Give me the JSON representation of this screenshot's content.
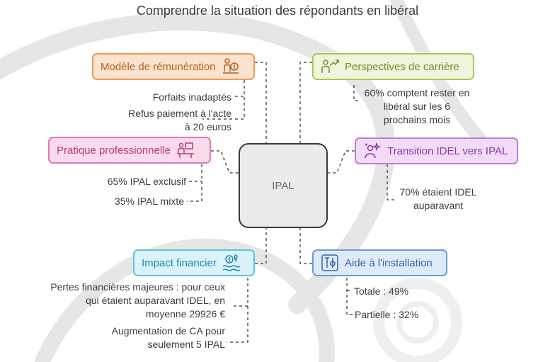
{
  "title": "Comprendre la situation des répondants en libéral",
  "hub": "IPAL",
  "colors": {
    "orange": "#f29a52",
    "green": "#a6cc5a",
    "pink": "#e27aae",
    "purple": "#c17ad8",
    "cyan": "#5ec3de",
    "blue": "#6b9ad8",
    "dashed_line": "#555555"
  },
  "branches": {
    "remuneration": {
      "label": "Modèle de rémunération",
      "icon": "person-coin-icon",
      "notes": [
        "Forfaits inadaptés",
        "Refus paiement à l'acte à 20 euros"
      ]
    },
    "carriere": {
      "label": "Perspectives de carrière",
      "icon": "person-growth-arrow-icon",
      "notes": [
        "60% comptent rester en libéral sur les 6 prochains mois"
      ]
    },
    "pratique": {
      "label": "Pratique professionnelle",
      "icon": "person-desk-icon",
      "notes": [
        "65% IPAL exclusif",
        "35% IPAL mixte"
      ]
    },
    "transition": {
      "label": "Transition IDEL vers IPAL",
      "icon": "person-sparkle-icon",
      "notes": [
        "70% étaient IDEL auparavant"
      ]
    },
    "financier": {
      "label": "Impact financier",
      "icon": "money-water-icon",
      "notes": [
        "Pertes financières majeures : pour ceux qui étaient auparavant IDEL, en moyenne 29926 €",
        "Augmentation de CA pour seulement 5 IPAL"
      ]
    },
    "installation": {
      "label": "Aide à l'installation",
      "icon": "tools-case-icon",
      "notes": [
        "Totale : 49%",
        "Partielle : 32%"
      ]
    }
  }
}
